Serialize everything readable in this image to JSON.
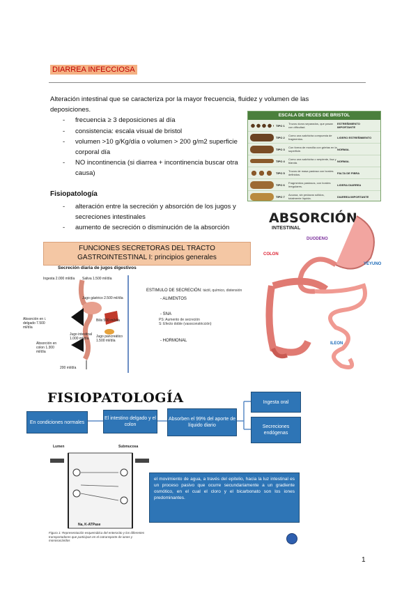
{
  "heading": "DIARREA INFECCIOSA",
  "intro": "Alteración intestinal que se caracteriza por la mayor frecuencia, fluidez y volumen de las deposiciones.",
  "bullets": [
    "frecuencia ≥ 3 deposiciones al día",
    "consistencia: escala visual de bristol",
    "volumen >10 g/Kg/día o volumen > 200 g/m2 superficie corporal día",
    "NO incontinencia (si diarrea + incontinencia buscar otra causa)"
  ],
  "fisiopatologia_head": "Fisiopatología",
  "fisio_bullets": [
    "alteración entre la secreción y absorción de los jugos y secreciones intestinales",
    "aumento de secreción o disminución de la absorción"
  ],
  "bristol": {
    "title": "ESCALA DE HECES DE BRISTOL",
    "rows": [
      {
        "tipo": "TIPO 1",
        "desc": "Trozos duros separados, que pasan con dificultad.",
        "res": "ESTREÑIMIENTO IMPORTANTE"
      },
      {
        "tipo": "TIPO 2",
        "desc": "Como una salchicha compuesta de fragmentos.",
        "res": "LIGERO ESTREÑIMIENTO"
      },
      {
        "tipo": "TIPO 3",
        "desc": "Con forma de morcilla con grietas en la superficie.",
        "res": "NORMAL"
      },
      {
        "tipo": "TIPO 4",
        "desc": "Como una salchicha o serpiente, lisa y blanda.",
        "res": "NORMAL"
      },
      {
        "tipo": "TIPO 5",
        "desc": "Trozos de masa pastosa con bordes definidos.",
        "res": "FALTA DE FIBRA"
      },
      {
        "tipo": "TIPO 6",
        "desc": "Fragmentos pastosos, con bordes irregulares.",
        "res": "LIGERA DIARREA"
      },
      {
        "tipo": "TIPO 7",
        "desc": "Acuosa, sin pedazos sólidos, totalmente líquida.",
        "res": "DIARREA IMPORTANTE"
      }
    ]
  },
  "funciones_banner": "FUNCIONES SECRETORAS DEL TRACTO GASTROINTESTINAL I: principios generales",
  "secrecion": {
    "title": "Secreción diaria de jugos digestivos",
    "labels": [
      "Ingesta 2.000 ml/día",
      "Saliva 1.500 ml/día",
      "Jugo gástrico 2.500 ml/día",
      "Bilis 500 ml/día",
      "Jugo intestinal 1.000 ml/día",
      "Jugo pancreático 1.500 ml/día",
      "Absorción en i. delgado 7.500 ml/día",
      "Absorción en colon 1.300 ml/día",
      "200 ml/día"
    ]
  },
  "estimulo": {
    "title": "ESTIMULO DE SECRECIÓN:",
    "title_rest": "táctil, químico, distensión",
    "items": [
      "ALIMENTOS",
      "SNA",
      "HORMONAL"
    ],
    "sna_notes": [
      "PS: Aumento de secreción",
      "S: Efecto doble (vasoconstricción)"
    ]
  },
  "absorcion": {
    "title": "ABSORCIÓN",
    "subtitle": "INTESTINAL",
    "labels": [
      "DUODENO",
      "COLON",
      "YEYUNO",
      "ILEON"
    ]
  },
  "fisio_title": "FISIOPATOLOGÍA",
  "flow": {
    "n1": "En condiciones normales",
    "n2": "El intestino delgado y el colon",
    "n3": "Absorben el 99% del aporte de líquido diario",
    "n4": "Ingesta oral",
    "n5": "Secreciones endógenas"
  },
  "epitelio": {
    "lumen": "Lumen",
    "submucosa": "Submucosa",
    "caption": "Figura 1: Representación esquemática del enterocito y los diferentes transportadores que participan en el cotransporte de iones y monosacáridos",
    "legend": "Na, K-ATPase"
  },
  "note": "el movimiento de agua, a través del epitelio, hacia la luz intestinal es un proceso pasivo que ocurre secundariamente a un gradiente osmótico, en el cual el cloro y el bicarbonato son los iones predominantes.",
  "page_number": "1"
}
